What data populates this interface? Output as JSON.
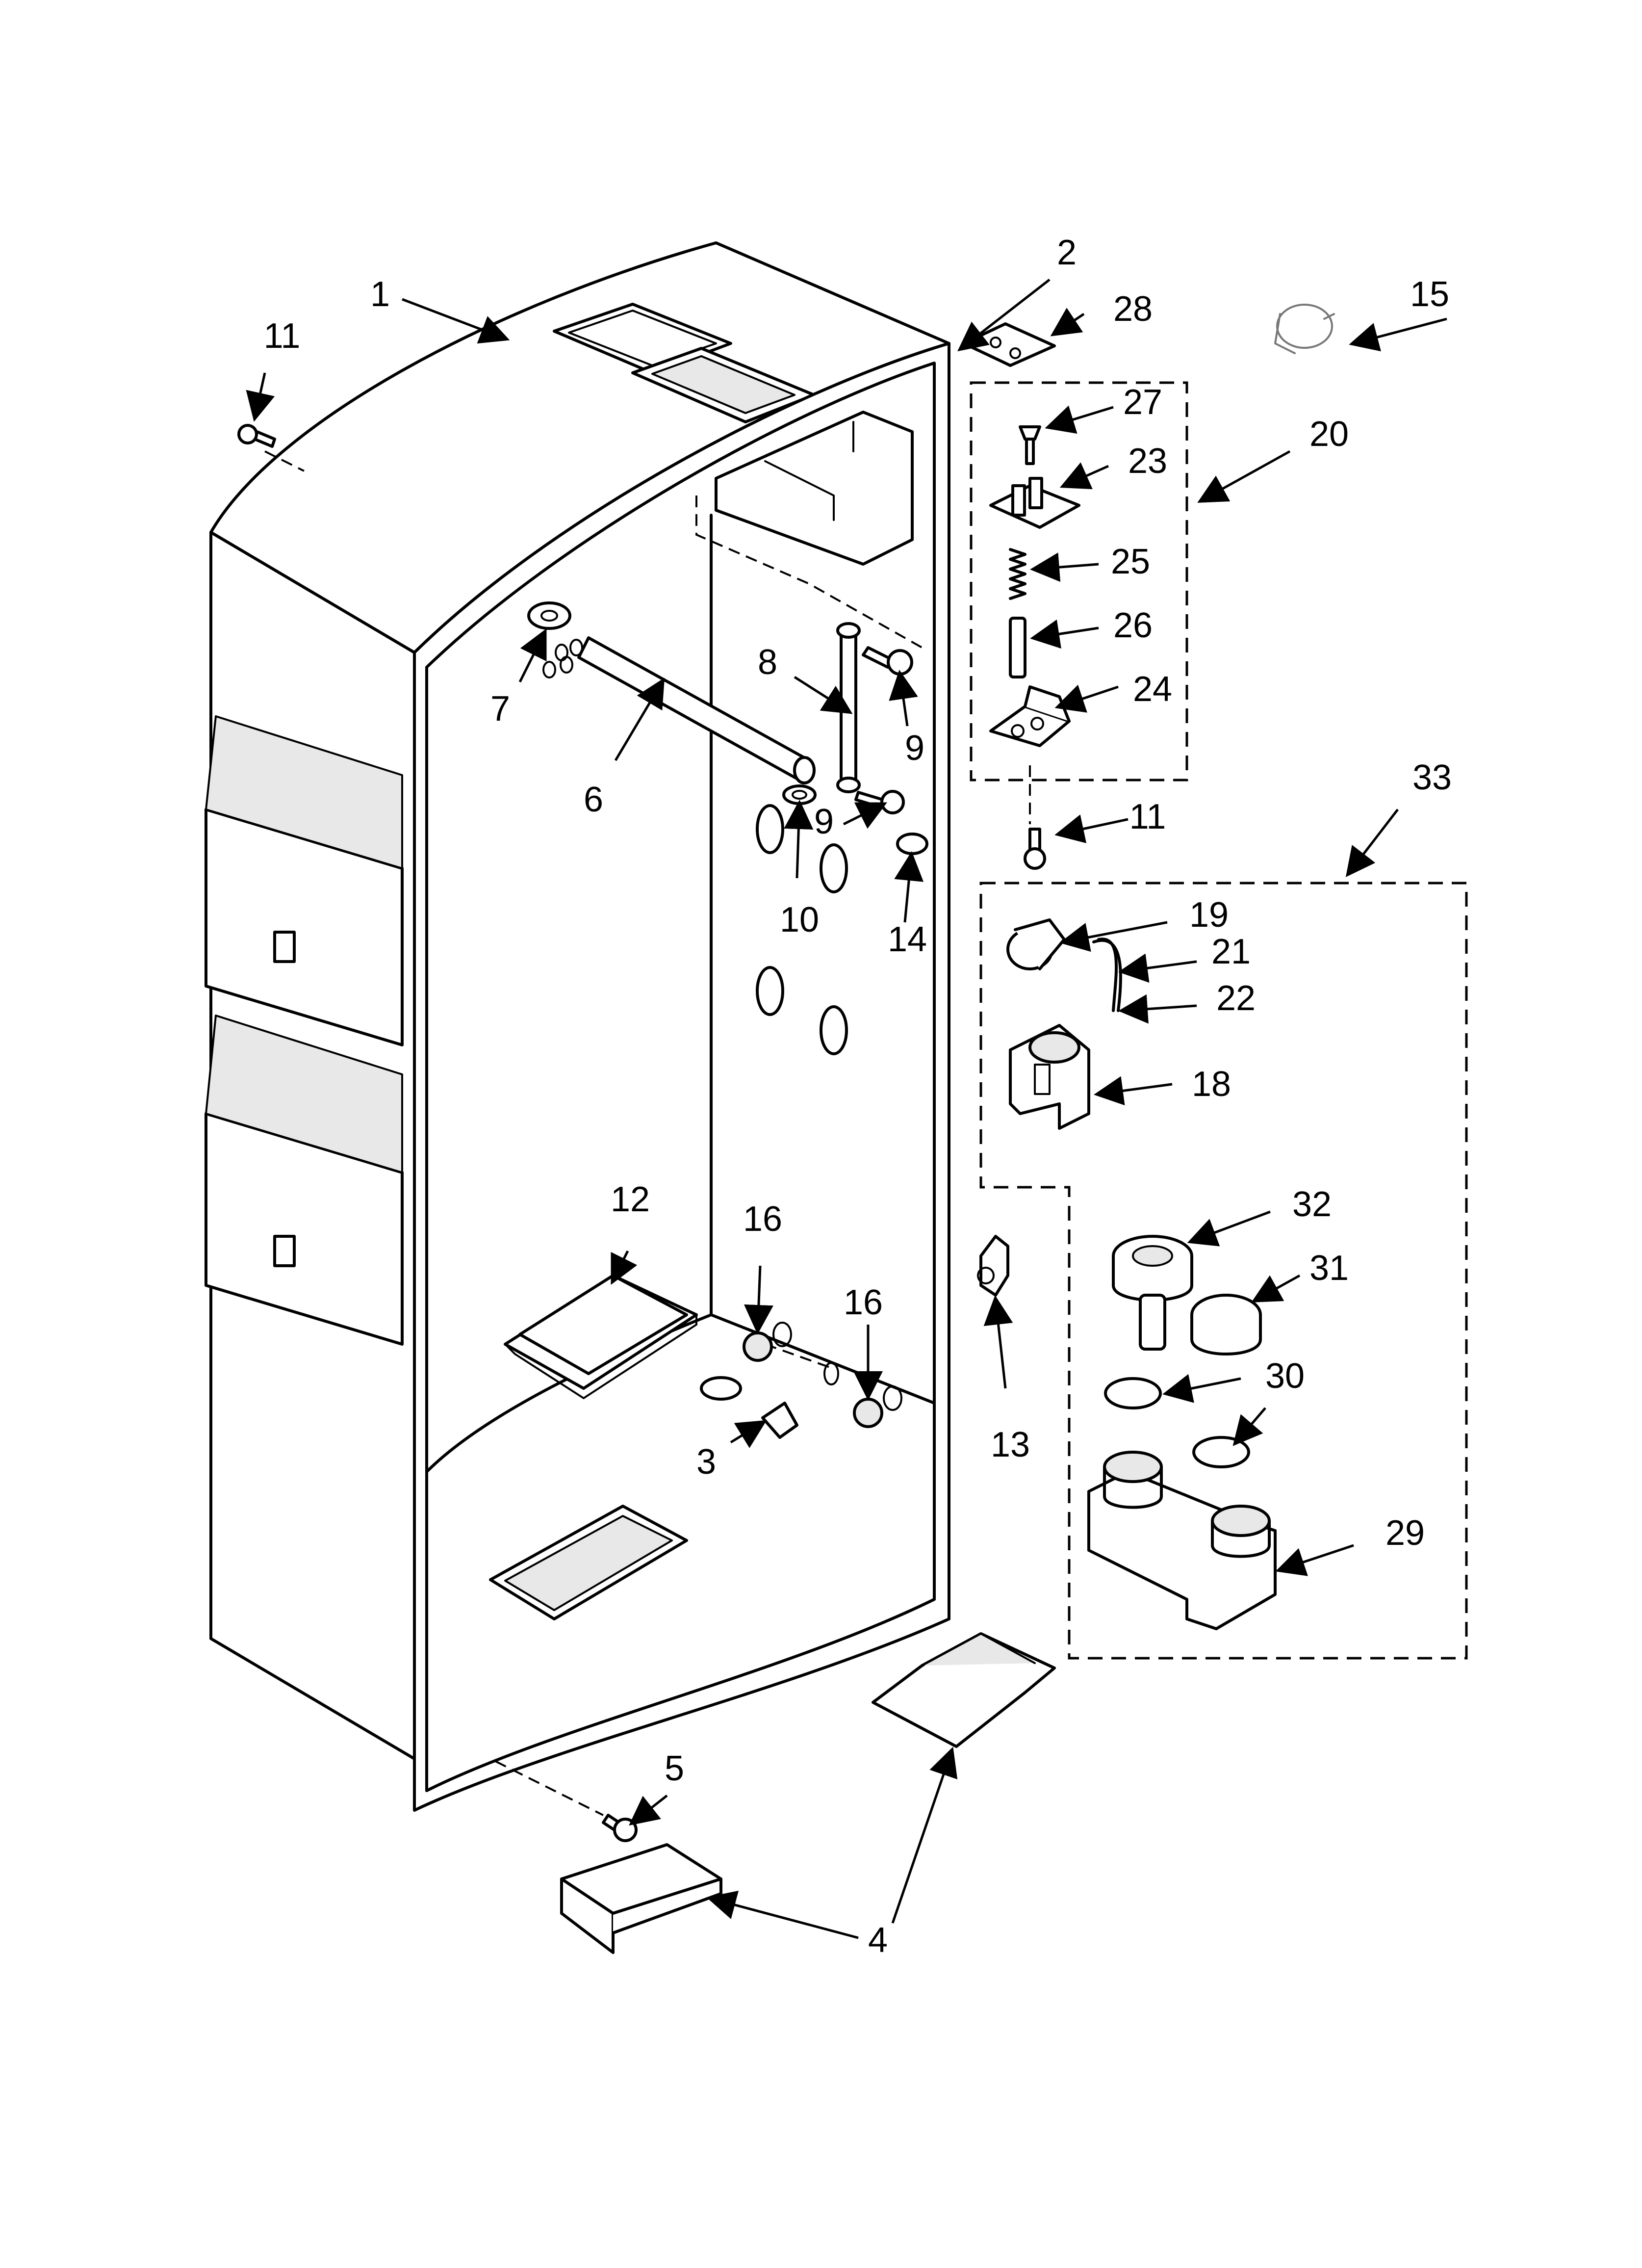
{
  "diagram": {
    "callouts": [
      "1",
      "2",
      "3",
      "4",
      "5",
      "6",
      "7",
      "8",
      "9",
      "9",
      "10",
      "11",
      "11",
      "12",
      "13",
      "14",
      "15",
      "16",
      "16",
      "18",
      "19",
      "20",
      "21",
      "22",
      "23",
      "24",
      "25",
      "26",
      "27",
      "28",
      "29",
      "30",
      "31",
      "32",
      "33"
    ]
  }
}
